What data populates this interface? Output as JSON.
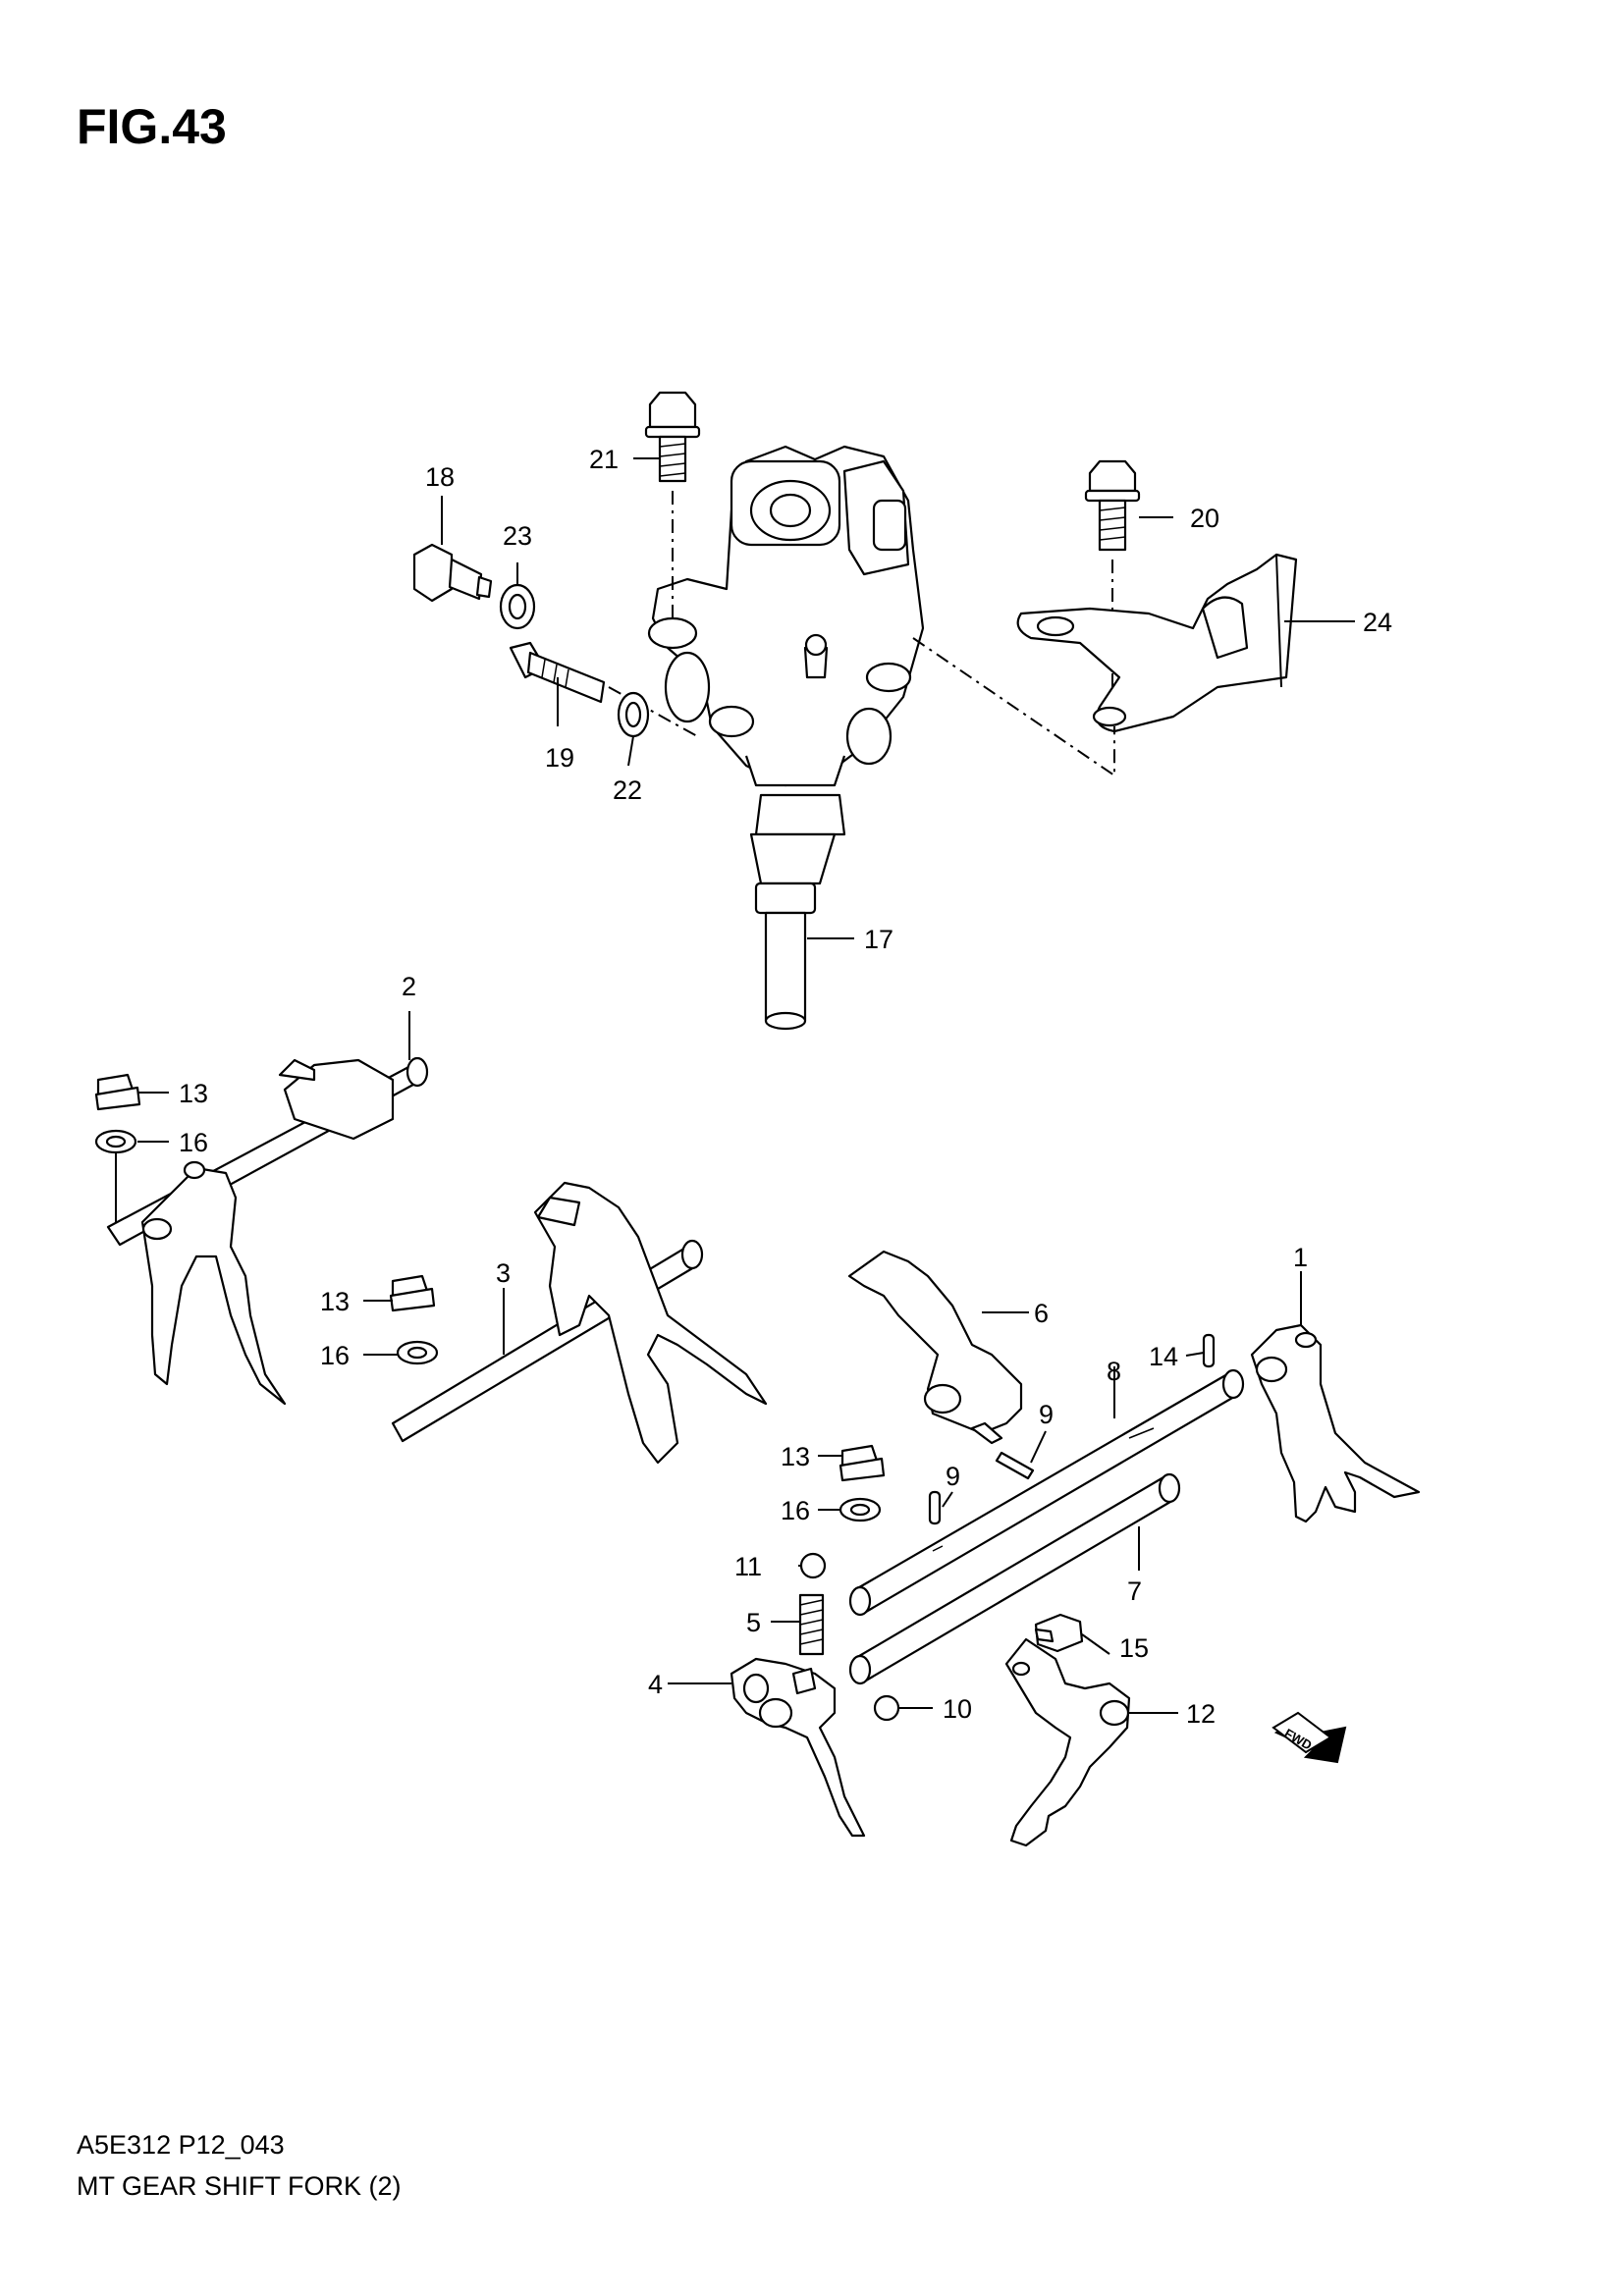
{
  "figure": {
    "title": "FIG.43",
    "code": "A5E312 P12_043",
    "name": "MT GEAR SHIFT FORK (2)",
    "fwd_label": "FWD"
  },
  "callouts": {
    "c1": "1",
    "c2": "2",
    "c3": "3",
    "c4": "4",
    "c5": "5",
    "c6": "6",
    "c7": "7",
    "c8": "8",
    "c9a": "9",
    "c9b": "9",
    "c10": "10",
    "c11": "11",
    "c12": "12",
    "c13a": "13",
    "c13b": "13",
    "c13c": "13",
    "c14": "14",
    "c15": "15",
    "c16a": "16",
    "c16b": "16",
    "c16c": "16",
    "c17": "17",
    "c18": "18",
    "c19": "19",
    "c20": "20",
    "c21": "21",
    "c22": "22",
    "c23": "23",
    "c24": "24"
  }
}
